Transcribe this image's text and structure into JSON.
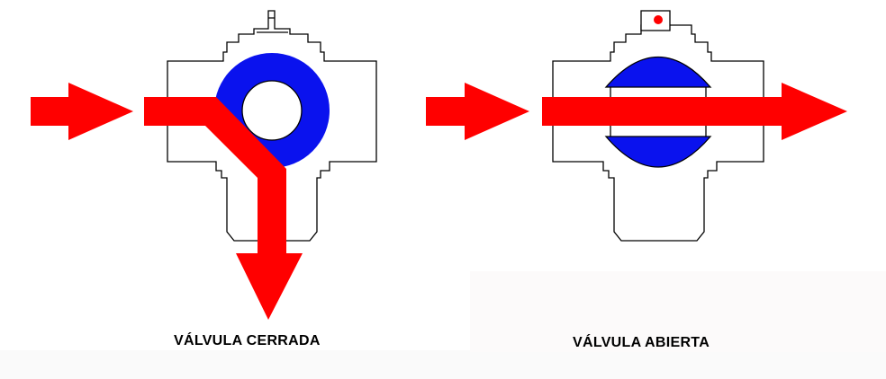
{
  "colors": {
    "flow": "#ff0000",
    "ball": "#0a12ee",
    "outline": "#000000",
    "background": "#ffffff"
  },
  "diagrams": [
    {
      "caption": "VÁLVULA CERRADA",
      "state": "closed"
    },
    {
      "caption": "VÁLVULA ABIERTA",
      "state": "open"
    }
  ]
}
